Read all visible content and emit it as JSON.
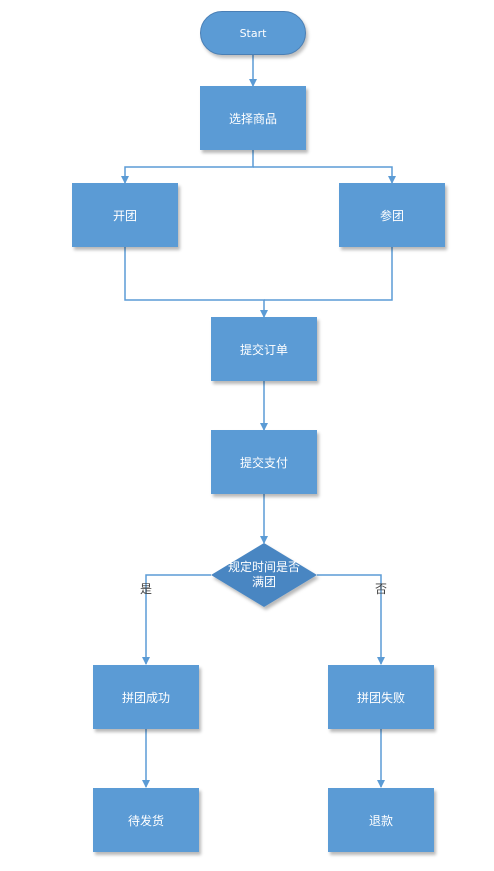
{
  "nodes": {
    "start": "Start",
    "select_product": "选择商品",
    "open_group": "开团",
    "join_group": "参团",
    "submit_order": "提交订单",
    "submit_payment": "提交支付",
    "decision_line1": "规定时间是否",
    "decision_line2": "满团",
    "group_success": "拼团成功",
    "group_fail": "拼团失败",
    "await_shipping": "待发货",
    "refund": "退款"
  },
  "edges": {
    "yes": "是",
    "no": "否"
  },
  "colors": {
    "node_fill": "#5b9bd5",
    "connector": "#5b9bd5"
  }
}
